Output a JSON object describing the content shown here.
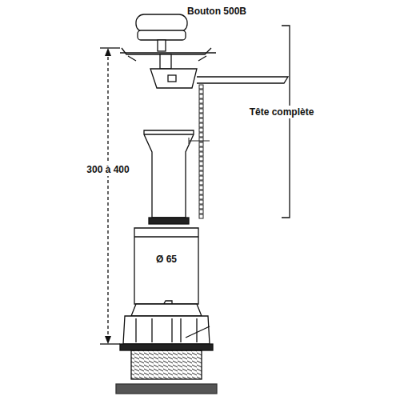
{
  "diagram": {
    "labels": [
      "Bouton 500B",
      "Tête complète",
      "300 à 400",
      "Ø 65"
    ]
  }
}
